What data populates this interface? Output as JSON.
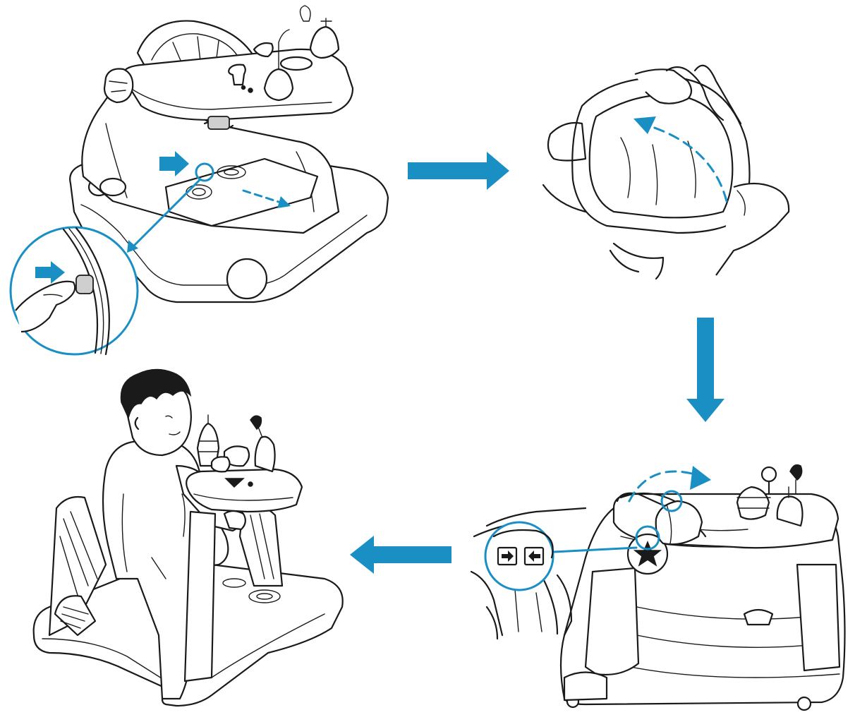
{
  "colors": {
    "accent": "#1a8fc4",
    "line": "#1a1a1a",
    "background": "#ffffff"
  },
  "steps": [
    {
      "name": "press-release-buttons"
    },
    {
      "name": "lift-seat-ring"
    },
    {
      "name": "rotate-seat-lock"
    },
    {
      "name": "walker-mode-child"
    }
  ],
  "icons": {
    "flow_right": "arrow-right-icon",
    "flow_down": "arrow-down-icon",
    "flow_left": "arrow-left-icon",
    "detail_arrow_a": "arrow-right-icon",
    "detail_arrow_b": "arrow-left-icon"
  }
}
